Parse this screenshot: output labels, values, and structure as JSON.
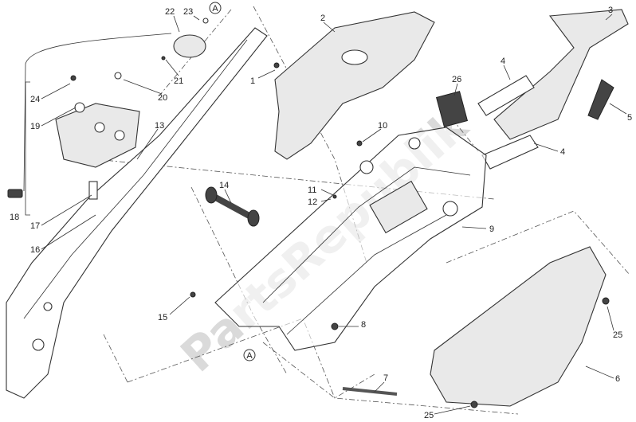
{
  "watermark": "PartsRepublik",
  "reference_marker": "A",
  "callouts": [
    {
      "id": "c22",
      "text": "22"
    },
    {
      "id": "c23",
      "text": "23"
    },
    {
      "id": "c2",
      "text": "2"
    },
    {
      "id": "c3",
      "text": "3"
    },
    {
      "id": "c1",
      "text": "1"
    },
    {
      "id": "c21",
      "text": "21"
    },
    {
      "id": "c20",
      "text": "20"
    },
    {
      "id": "c24",
      "text": "24"
    },
    {
      "id": "c19",
      "text": "19"
    },
    {
      "id": "c13",
      "text": "13"
    },
    {
      "id": "c4a",
      "text": "4"
    },
    {
      "id": "c4b",
      "text": "4"
    },
    {
      "id": "c26",
      "text": "26"
    },
    {
      "id": "c5",
      "text": "5"
    },
    {
      "id": "c10",
      "text": "10"
    },
    {
      "id": "c14",
      "text": "14"
    },
    {
      "id": "c11",
      "text": "11"
    },
    {
      "id": "c12",
      "text": "12"
    },
    {
      "id": "c18",
      "text": "18"
    },
    {
      "id": "c17",
      "text": "17"
    },
    {
      "id": "c16",
      "text": "16"
    },
    {
      "id": "c9",
      "text": "9"
    },
    {
      "id": "c15",
      "text": "15"
    },
    {
      "id": "c8",
      "text": "8"
    },
    {
      "id": "c25a",
      "text": "25"
    },
    {
      "id": "c6",
      "text": "6"
    },
    {
      "id": "c7",
      "text": "7"
    },
    {
      "id": "c25b",
      "text": "25"
    }
  ]
}
